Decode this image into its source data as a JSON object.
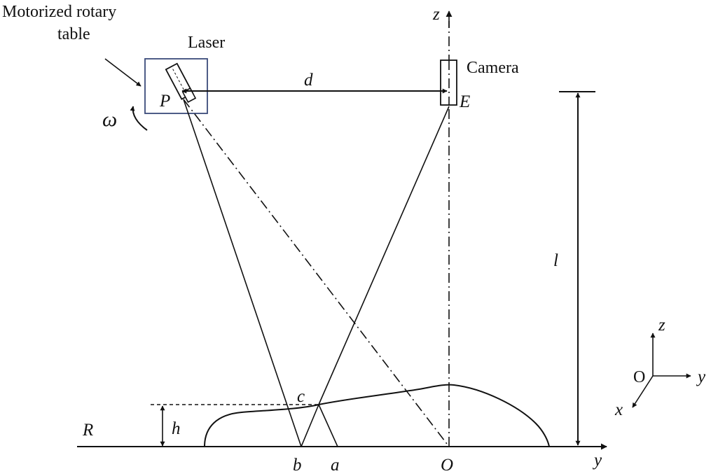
{
  "labels": {
    "motorized_line1": "Motorized rotary",
    "motorized_line2": "table",
    "laser": "Laser",
    "camera": "Camera",
    "d": "d",
    "P": "P",
    "E": "E",
    "omega": "ω",
    "z_top": "z",
    "l": "l",
    "c": "c",
    "h": "h",
    "R": "R",
    "b": "b",
    "a": "a",
    "O": "O",
    "y_axis": "y"
  },
  "axes_inset": {
    "origin": "O",
    "z": "z",
    "y": "y",
    "x": "x"
  },
  "colors": {
    "ink": "#111111",
    "rotary_table_border": "#3a4a7a"
  }
}
